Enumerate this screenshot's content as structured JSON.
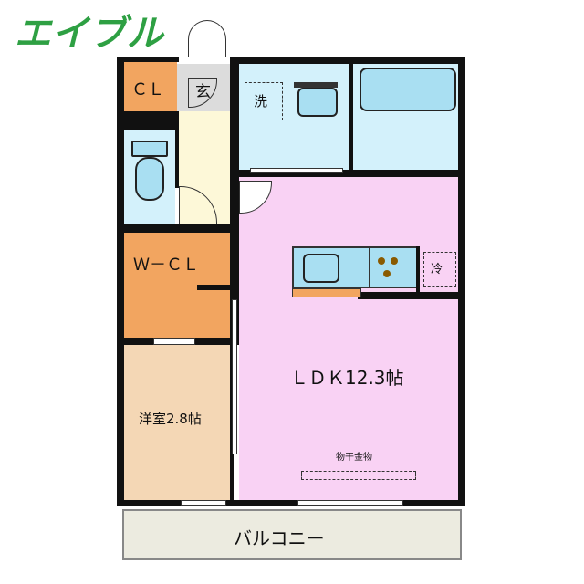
{
  "brand": {
    "logo_text": "エイブル"
  },
  "rooms": {
    "cl": "ＣＬ",
    "genkan": "玄",
    "washroom_mark": "洗",
    "fridge_mark": "冷",
    "wcl": "Ｗ－ＣＬ",
    "western": "洋室2.8帖",
    "ldk": "ＬＤＫ12.3帖",
    "hanger": "物干金物",
    "balcony": "バルコニー"
  },
  "colors": {
    "wall": "#111111",
    "ldk": "#f9d2f4",
    "western": "#f4d7b5",
    "closet": "#f2a560",
    "water": "#d3f1fb",
    "genkan": "#dcdcdc",
    "hall": "#fdf8d8",
    "balcony": "#ecebe0",
    "logo": "#2ea043"
  }
}
